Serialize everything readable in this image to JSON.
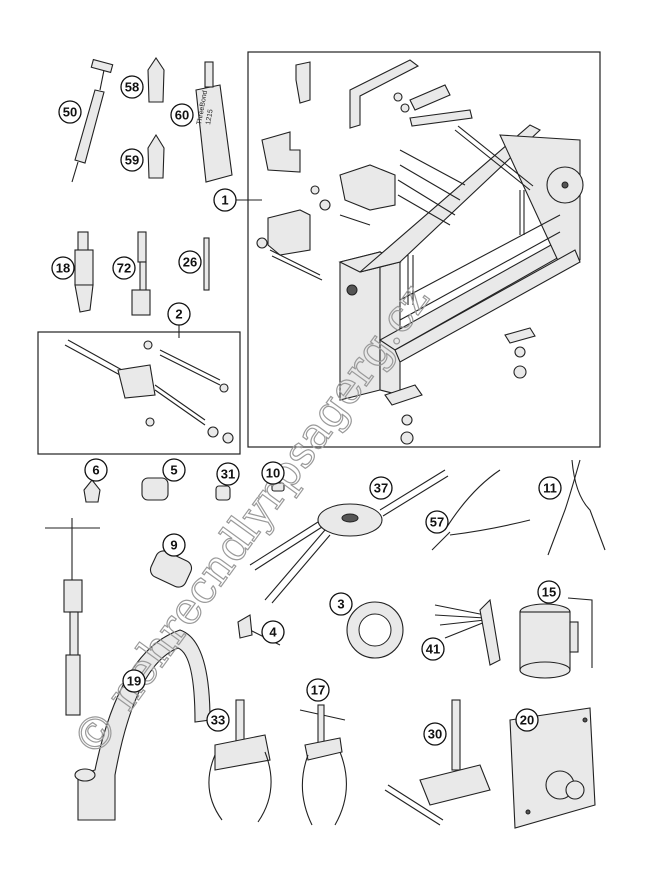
{
  "diagram": {
    "callouts": [
      {
        "id": "c50",
        "label": "50"
      },
      {
        "id": "c58",
        "label": "58"
      },
      {
        "id": "c59",
        "label": "59"
      },
      {
        "id": "c60",
        "label": "60"
      },
      {
        "id": "c1",
        "label": "1"
      },
      {
        "id": "c18",
        "label": "18"
      },
      {
        "id": "c72",
        "label": "72"
      },
      {
        "id": "c26",
        "label": "26"
      },
      {
        "id": "c2",
        "label": "2"
      },
      {
        "id": "c6",
        "label": "6"
      },
      {
        "id": "c5",
        "label": "5"
      },
      {
        "id": "c31",
        "label": "31"
      },
      {
        "id": "c10",
        "label": "10"
      },
      {
        "id": "c37",
        "label": "37"
      },
      {
        "id": "c57",
        "label": "57"
      },
      {
        "id": "c11",
        "label": "11"
      },
      {
        "id": "c9",
        "label": "9"
      },
      {
        "id": "c3",
        "label": "3"
      },
      {
        "id": "c15",
        "label": "15"
      },
      {
        "id": "c4",
        "label": "4"
      },
      {
        "id": "c41",
        "label": "41"
      },
      {
        "id": "c19",
        "label": "19"
      },
      {
        "id": "c17",
        "label": "17"
      },
      {
        "id": "c33",
        "label": "33"
      },
      {
        "id": "c30",
        "label": "30"
      },
      {
        "id": "c20",
        "label": "20"
      }
    ],
    "tube_label_lines": [
      "ThreeBond",
      "1215"
    ],
    "watermark": "© nehrecndlyrpsagerg.cz"
  }
}
